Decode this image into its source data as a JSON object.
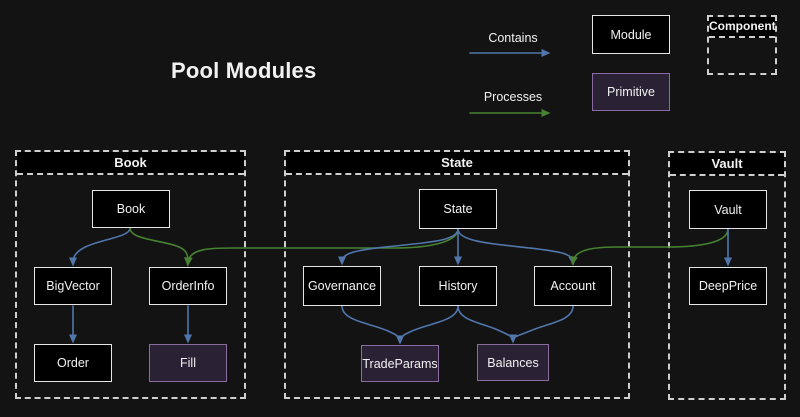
{
  "title": "Pool Modules",
  "legend": {
    "contains": "Contains",
    "processes": "Processes",
    "module": "Module",
    "primitive": "Primitive",
    "component": "Component"
  },
  "colors": {
    "background": "#131313",
    "text": "#f2f2f2",
    "contains_arrow": "#5076ab",
    "processes_arrow": "#478233",
    "module_fill": "#000000",
    "module_border": "#e6e6e6",
    "primitive_fill": "#2b2134",
    "primitive_border": "#8a6d9e",
    "container_border": "#cfcfcf"
  },
  "containers": {
    "book": {
      "title": "Book"
    },
    "state": {
      "title": "State"
    },
    "vault": {
      "title": "Vault"
    }
  },
  "nodes": {
    "book": {
      "label": "Book",
      "type": "module"
    },
    "bigvector": {
      "label": "BigVector",
      "type": "module"
    },
    "orderinfo": {
      "label": "OrderInfo",
      "type": "module"
    },
    "order": {
      "label": "Order",
      "type": "module"
    },
    "fill": {
      "label": "Fill",
      "type": "primitive"
    },
    "state": {
      "label": "State",
      "type": "module"
    },
    "governance": {
      "label": "Governance",
      "type": "module"
    },
    "history": {
      "label": "History",
      "type": "module"
    },
    "account": {
      "label": "Account",
      "type": "module"
    },
    "tradeparams": {
      "label": "TradeParams",
      "type": "primitive"
    },
    "balances": {
      "label": "Balances",
      "type": "primitive"
    },
    "vault": {
      "label": "Vault",
      "type": "module"
    },
    "deepprice": {
      "label": "DeepPrice",
      "type": "module"
    }
  },
  "edges": [
    {
      "from": "book",
      "to": "bigvector",
      "type": "contains"
    },
    {
      "from": "book",
      "to": "orderinfo",
      "type": "processes"
    },
    {
      "from": "bigvector",
      "to": "order",
      "type": "contains"
    },
    {
      "from": "orderinfo",
      "to": "fill",
      "type": "contains"
    },
    {
      "from": "state",
      "to": "governance",
      "type": "contains"
    },
    {
      "from": "state",
      "to": "history",
      "type": "contains"
    },
    {
      "from": "state",
      "to": "account",
      "type": "contains"
    },
    {
      "from": "state",
      "to": "orderinfo",
      "type": "processes"
    },
    {
      "from": "governance",
      "to": "tradeparams",
      "type": "contains"
    },
    {
      "from": "history",
      "to": "tradeparams",
      "type": "contains"
    },
    {
      "from": "history",
      "to": "balances",
      "type": "contains"
    },
    {
      "from": "account",
      "to": "balances",
      "type": "contains"
    },
    {
      "from": "vault",
      "to": "deepprice",
      "type": "contains"
    },
    {
      "from": "vault",
      "to": "account",
      "type": "processes"
    }
  ]
}
